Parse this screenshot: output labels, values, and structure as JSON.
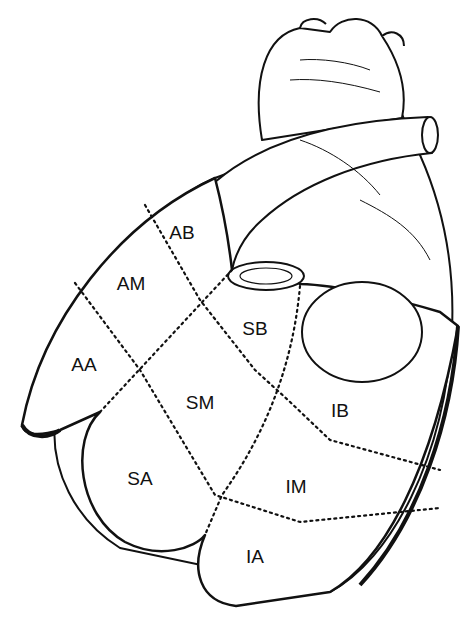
{
  "diagram": {
    "labels": [
      "AB",
      "AM",
      "AA",
      "SB",
      "SM",
      "SA",
      "IB",
      "IM",
      "IA"
    ]
  }
}
